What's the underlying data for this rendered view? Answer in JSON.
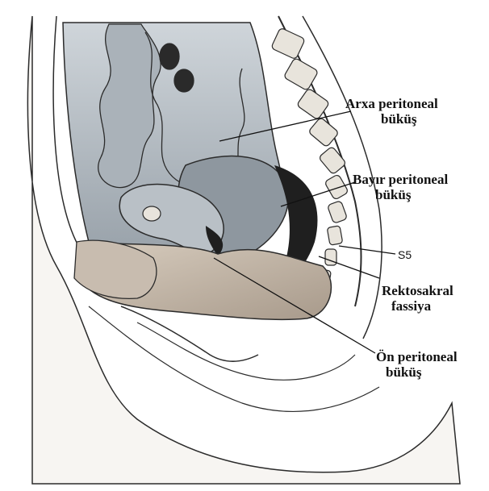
{
  "labels": {
    "arxa": [
      "Arxa peritoneal",
      "büküş"
    ],
    "bayir": [
      "Bayır peritoneal",
      "büküş"
    ],
    "s5": "S5",
    "rektosakral": [
      "Rektosakral",
      "fassiya"
    ],
    "on": [
      "Ön peritoneal",
      "büküş"
    ]
  },
  "colors": {
    "outline": "#2b2b2b",
    "peritoneum": "#b9c0c6",
    "peritoneum_dark": "#8e979f",
    "tissue": "#c8bcaf",
    "tissue_dark": "#9a8c7e",
    "bone": "#e8e4dc",
    "dark_fold": "#1f1f1f"
  }
}
